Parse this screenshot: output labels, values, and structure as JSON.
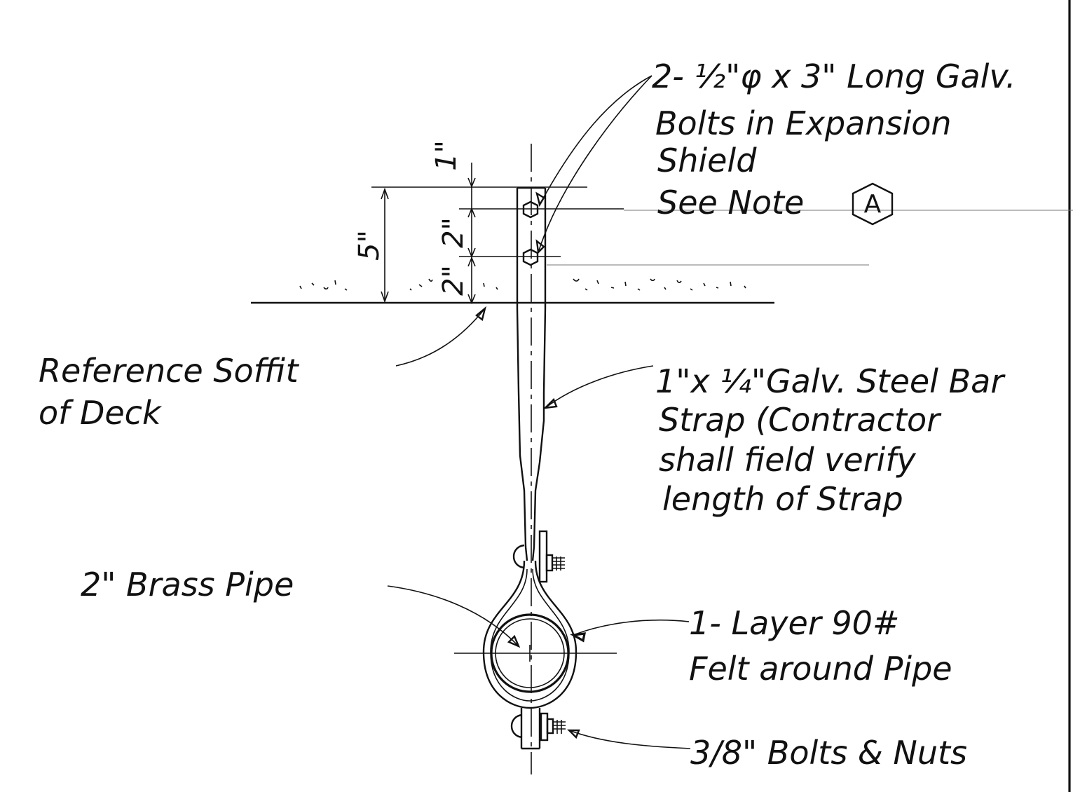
{
  "callouts": {
    "bolts_line1": "2- ½\"φ x 3\" Long Galv.",
    "bolts_line2": "Bolts  in Expansion",
    "bolts_line3": "Shield",
    "bolts_line4": "See Note",
    "note_ref": "A",
    "soffit_line1": "Reference Soffit",
    "soffit_line2": "of Deck",
    "strap_line1": "1\"x ¼\"Galv. Steel Bar",
    "strap_line2": "Strap (Contractor",
    "strap_line3": "shall field verify",
    "strap_line4": "length of Strap",
    "pipe": "2\" Brass Pipe",
    "felt_line1": "1- Layer 90#",
    "felt_line2": "Felt around Pipe",
    "small_bolts": "3/8\" Bolts & Nuts"
  },
  "dimensions": {
    "total": "5\"",
    "top_offset": "1\"",
    "bolt_spacing": "2\"",
    "bottom_offset": "2\""
  }
}
